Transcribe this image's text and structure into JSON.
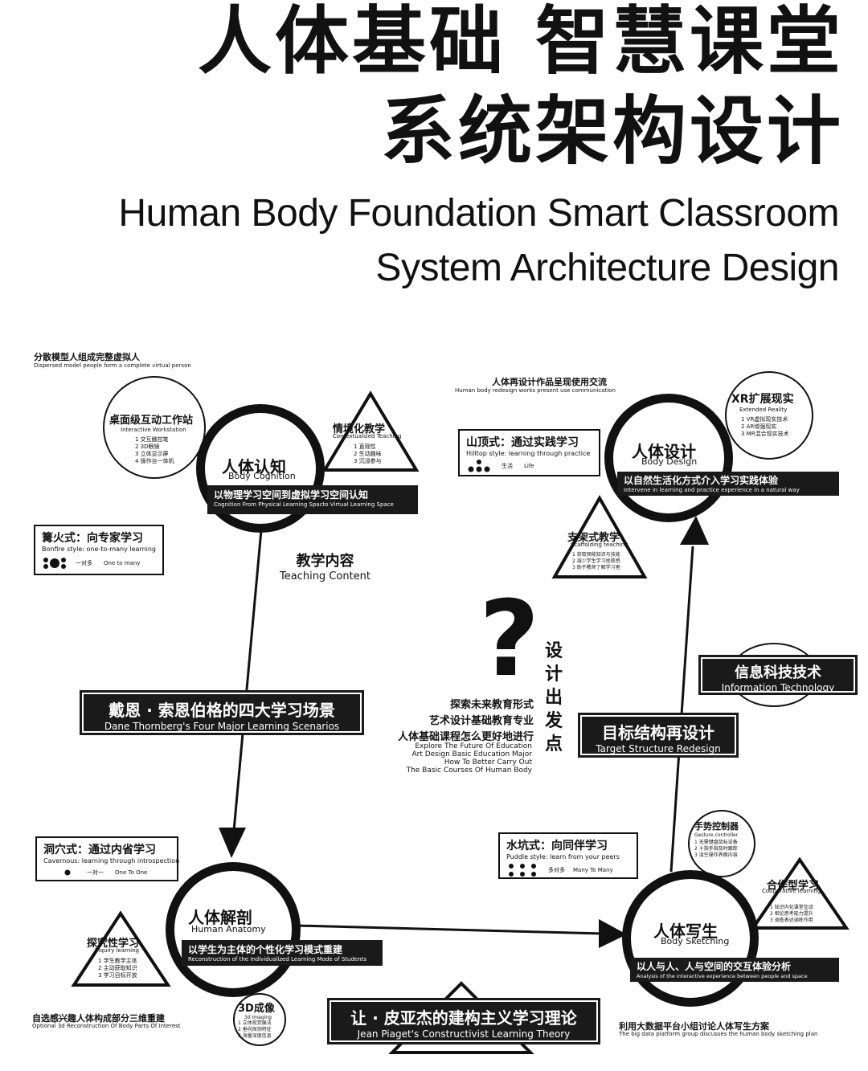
{
  "title": {
    "cn_line1": "人体基础 智慧课堂",
    "cn_line2": "系统架构设计",
    "en_line1": "Human Body Foundation Smart Classroom",
    "en_line2": "System Architecture Design"
  },
  "nodes": {
    "cognition": {
      "cn": "人体认知",
      "en": "Body Cognition",
      "bar_cn": "以物理学习空间到虚拟学习空间认知",
      "bar_en": "Cognition From Physical Learning Spacto Virtual Learning Space"
    },
    "design": {
      "cn": "人体设计",
      "en": "Body Design",
      "bar_cn": "以自然生活化方式介入学习实践体验",
      "bar_en": "Intervene in learning and practice experience in a natural way"
    },
    "anatomy": {
      "cn": "人体解剖",
      "en": "Human Anatomy",
      "bar_cn": "以学生为主体的个性化学习模式重建",
      "bar_en": "Reconstruction of the Individualized Learning Mode of Students"
    },
    "sketching": {
      "cn": "人体写生",
      "en": "Body Sketching",
      "bar_cn": "以人与人、人与空间的交互体验分析",
      "bar_en": "Analysis of the interactive experience between people and space"
    }
  },
  "satellites": {
    "workstation": {
      "cn": "桌面级互动工作站",
      "en": "Interactive Workstation",
      "items": [
        "1 交互触控笔",
        "2 3D眼镜",
        "3 立体显示屏",
        "4 操作台一体机"
      ]
    },
    "xr": {
      "cn": "XR扩展现实",
      "en": "Extended Reality",
      "items": [
        "1 VR虚拟现实技术",
        "2 AR增强现实",
        "3 MR混合现实技术"
      ]
    },
    "gesture": {
      "cn": "手势控制器",
      "en": "Gesture controller",
      "items": [
        "1 无需键盘鼠标设备",
        "2 十指手指及时跟踪",
        "3 凌空操作界面内容"
      ]
    },
    "imaging": {
      "cn": "3D成像",
      "en": "3d Imaging",
      "items": [
        "1 立体视觉展法",
        "2 垂向探测特征",
        "3 海量深度信息"
      ]
    },
    "infotech": {
      "cn": "信息科技技术",
      "en": "Information Technology"
    }
  },
  "triangles": {
    "contextual": {
      "cn": "情境化教学",
      "en": "Contextualized Teaching",
      "items": [
        "1 直观性",
        "2 生动趣味",
        "3 沉浸参与"
      ]
    },
    "scaffold": {
      "cn": "支架式教学",
      "en": "Scaffolding teaching",
      "items": [
        "1 获取预能知识与技能",
        "2 减少学生学习挫败感",
        "3 助于教师了解学习者"
      ]
    },
    "inquiry": {
      "cn": "探究性学习",
      "en": "Inquiry learning",
      "items": [
        "1 学生教学主体",
        "2 主动获取知识",
        "3 学习目标开放"
      ]
    },
    "coop": {
      "cn": "合作型学习",
      "en": "Cooperative learning",
      "items": [
        "1 知识内化课堂互动",
        "2 相论思考能力提升",
        "3 调查表达调练作用"
      ]
    }
  },
  "styles": {
    "bonfire": {
      "cn": "篝火式：向专家学习",
      "en": "Bonfire style: one-to-many learning",
      "k_cn": "一对多",
      "k_en": "One to many"
    },
    "hilltop": {
      "cn": "山顶式：通过实践学习",
      "en": "Hilltop style: learning through practice",
      "k_cn": "生活",
      "k_en": "Life"
    },
    "cave": {
      "cn": "洞穴式：通过内省学习",
      "en": "Cavernous: learning through introspection",
      "k_cn": "一对一",
      "k_en": "One To One"
    },
    "puddle": {
      "cn": "水坑式：向同伴学习",
      "en": "Puddle style: learn from your peers",
      "k_cn": "多对多",
      "k_en": "Many To Many"
    }
  },
  "captions": {
    "dispersed_cn": "分散模型人组成完整虚拟人",
    "dispersed_en": "Dispersed model people form a complete virtual person",
    "redesign_cn": "人体再设计作品呈现使用交流",
    "redesign_en": "Human body redesign works present use communication",
    "optional_cn": "自选感兴趣人体构成部分三维重建",
    "optional_en": "Optional 3d Reconstruction Of Body Parts Of Interest",
    "bigdata_cn": "利用大数据平台小组讨论人体写生方案",
    "bigdata_en": "The big data platform group discusses the human body sketching plan",
    "content_cn": "教学内容",
    "content_en": "Teaching Content"
  },
  "banners": {
    "dane_cn": "戴恩 · 索恩伯格的四大学习场景",
    "dane_en": "Dane Thornberg's Four Major Learning Scenarios",
    "target_cn": "目标结构再设计",
    "target_en": "Target Structure Redesign",
    "piaget_cn": "让 · 皮亚杰的建构主义学习理论",
    "piaget_en": "Jean Piaget's Constructivist Learning Theory"
  },
  "center": {
    "mark": "?",
    "vertical": "设计出发点",
    "lines_cn": [
      "探索未来教育形式",
      "艺术设计基础教育专业",
      "人体基础课程怎么更好地进行"
    ],
    "lines_en": [
      "Explore The Future Of Education",
      "Art Design Basic Education Major",
      "How To Better Carry Out",
      "The Basic Courses Of Human Body"
    ]
  }
}
